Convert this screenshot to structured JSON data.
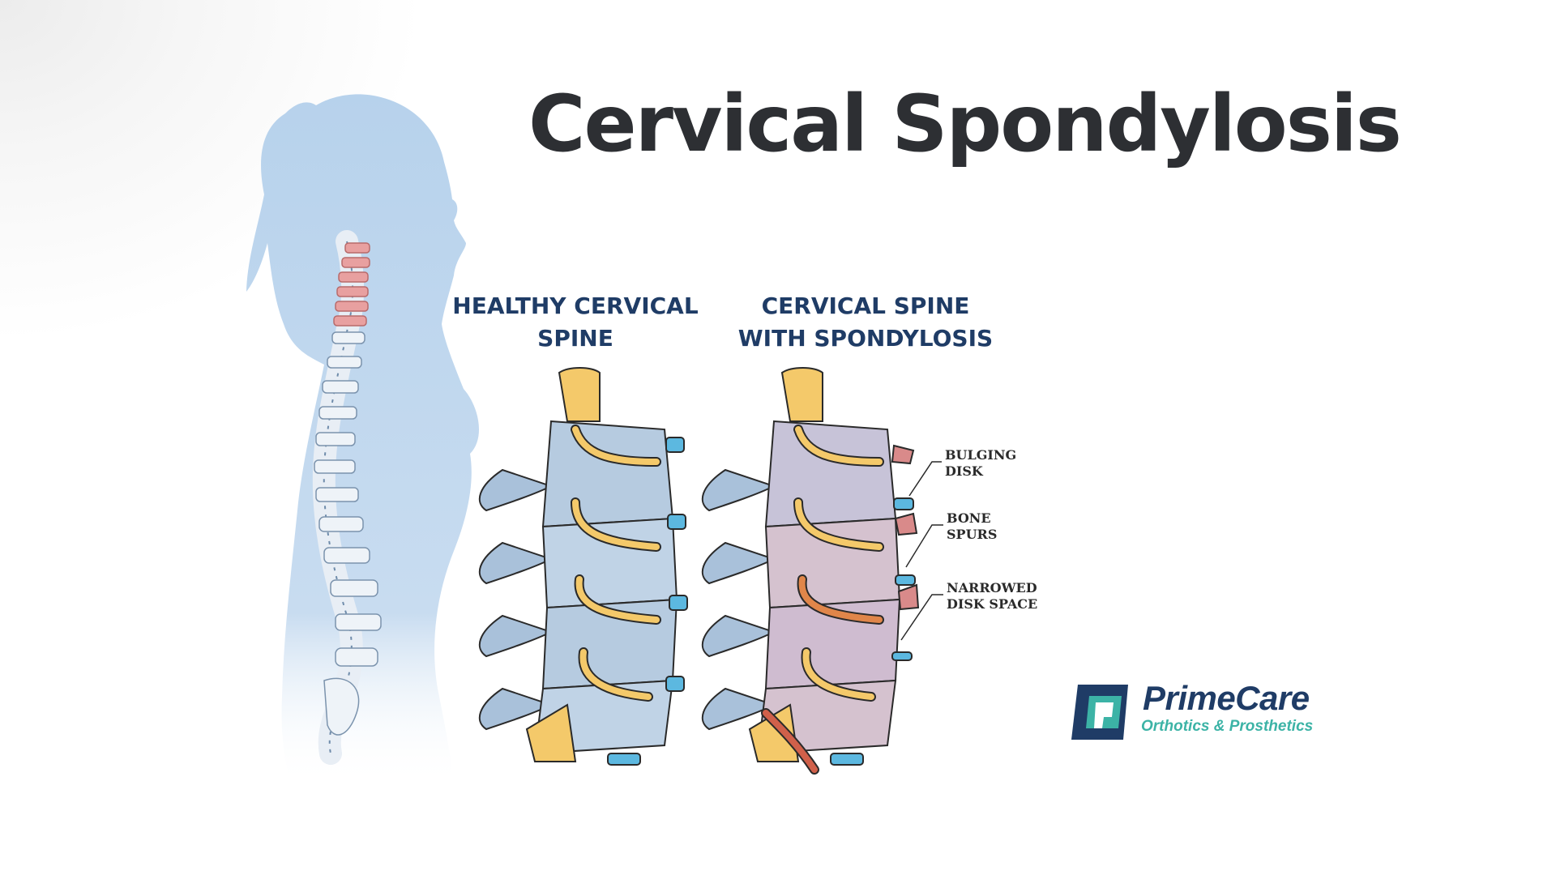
{
  "title": "Cervical Spondylosis",
  "panels": {
    "healthy": {
      "heading_line1": "HEALTHY CERVICAL",
      "heading_line2": "SPINE"
    },
    "spondylosis": {
      "heading_line1": "CERVICAL SPINE",
      "heading_line2": "WITH SPONDYLOSIS"
    }
  },
  "callouts": [
    {
      "label": "BULGING\nDISK"
    },
    {
      "label": "BONE\nSPURS"
    },
    {
      "label": "NARROWED\nDISK SPACE"
    }
  ],
  "logo": {
    "name": "PrimeCare",
    "tagline": "Orthotics & Prosthetics"
  },
  "colors": {
    "title": "#2d2f33",
    "heading": "#1f3c66",
    "silhouette": "#bcd6ee",
    "bone": "#9fb8d2",
    "bone_dark": "#6f8cab",
    "nerve": "#f0c24a",
    "disk": "#5cb8e0",
    "inflamed": "#d98a8a",
    "logo_navy": "#1f3c66",
    "logo_teal": "#3cb3a6"
  },
  "icons": [
    "woman-silhouette-icon",
    "spine-icon",
    "vertebra-icon",
    "logo-mark-icon"
  ]
}
